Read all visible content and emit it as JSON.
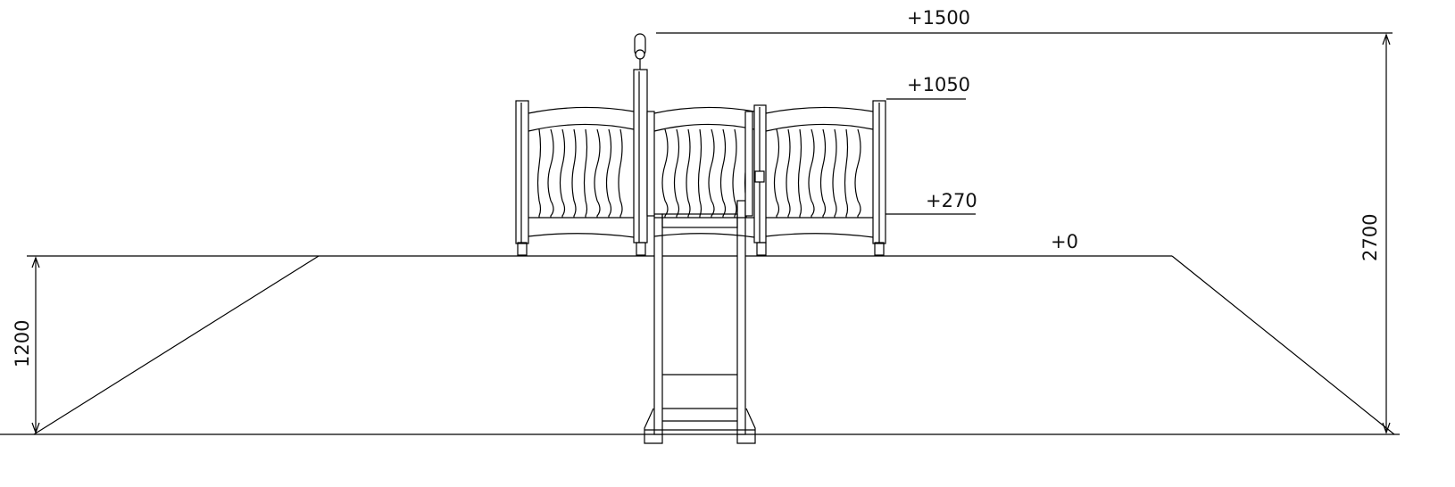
{
  "drawing": {
    "levels": {
      "top": "+1500",
      "rail": "+1050",
      "deck": "+270",
      "ground": "+0"
    },
    "dimensions": {
      "mound_height": "1200",
      "total_height": "2700"
    }
  }
}
